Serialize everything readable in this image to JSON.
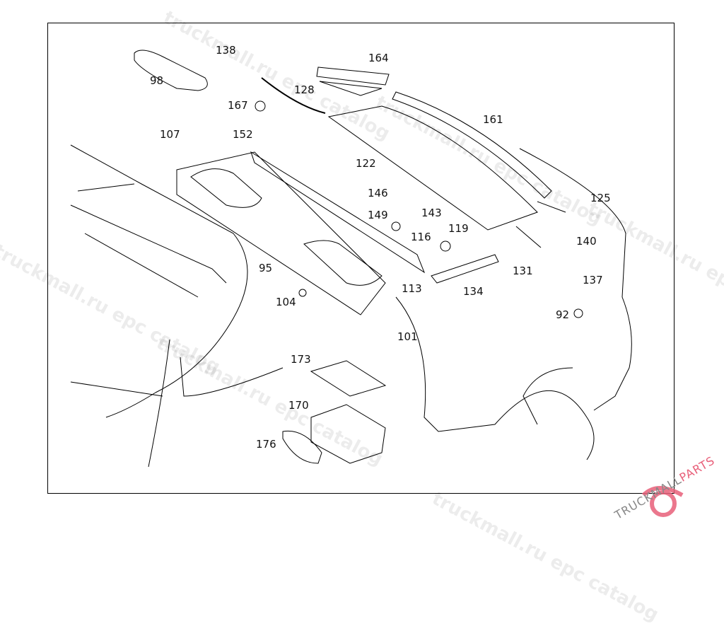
{
  "diagram": {
    "labels": [
      "98",
      "138",
      "164",
      "128",
      "167",
      "161",
      "107",
      "152",
      "122",
      "125",
      "146",
      "143",
      "149",
      "119",
      "116",
      "140",
      "95",
      "131",
      "137",
      "113",
      "134",
      "104",
      "92",
      "101",
      "173",
      "170",
      "176"
    ]
  },
  "watermark": {
    "text": "truckmall.ru epc catalog",
    "brand_left": "TRUCKMALL",
    "brand_right": "PARTS",
    "brand_color": "#e8607a"
  }
}
